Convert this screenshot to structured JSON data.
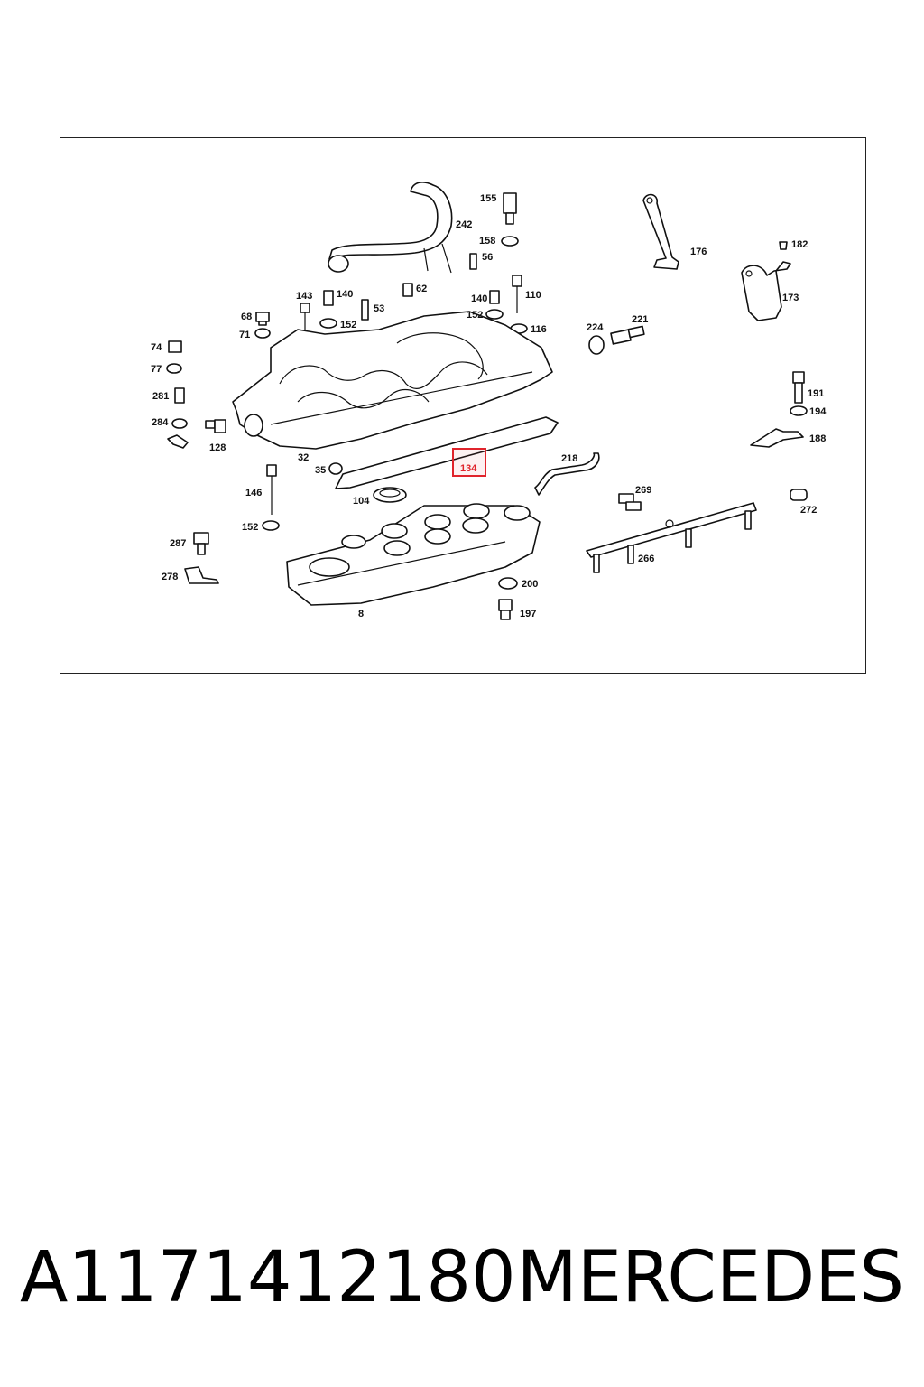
{
  "diagram": {
    "highlight_color": "#e0242c",
    "highlighted_part": "134",
    "callouts": {
      "c242": "242",
      "c155": "155",
      "c158": "158",
      "c56": "56",
      "c176": "176",
      "c182": "182",
      "c173": "173",
      "c62": "62",
      "c143": "143",
      "c140a": "140",
      "c53": "53",
      "c140b": "140",
      "c110": "110",
      "c68": "68",
      "c152a": "152",
      "c152b": "152",
      "c116": "116",
      "c224": "224",
      "c221": "221",
      "c71": "71",
      "c74": "74",
      "c77": "77",
      "c281": "281",
      "c284": "284",
      "c128": "128",
      "c32": "32",
      "c35": "35",
      "c134": "134",
      "c218": "218",
      "c191": "191",
      "c194": "194",
      "c188": "188",
      "c146": "146",
      "c104": "104",
      "c269": "269",
      "c272": "272",
      "c152c": "152",
      "c287": "287",
      "c266": "266",
      "c278": "278",
      "c200": "200",
      "c197": "197",
      "c8": "8"
    }
  },
  "caption": {
    "part_number": "A1171412180",
    "brand": "MERCEDES"
  }
}
